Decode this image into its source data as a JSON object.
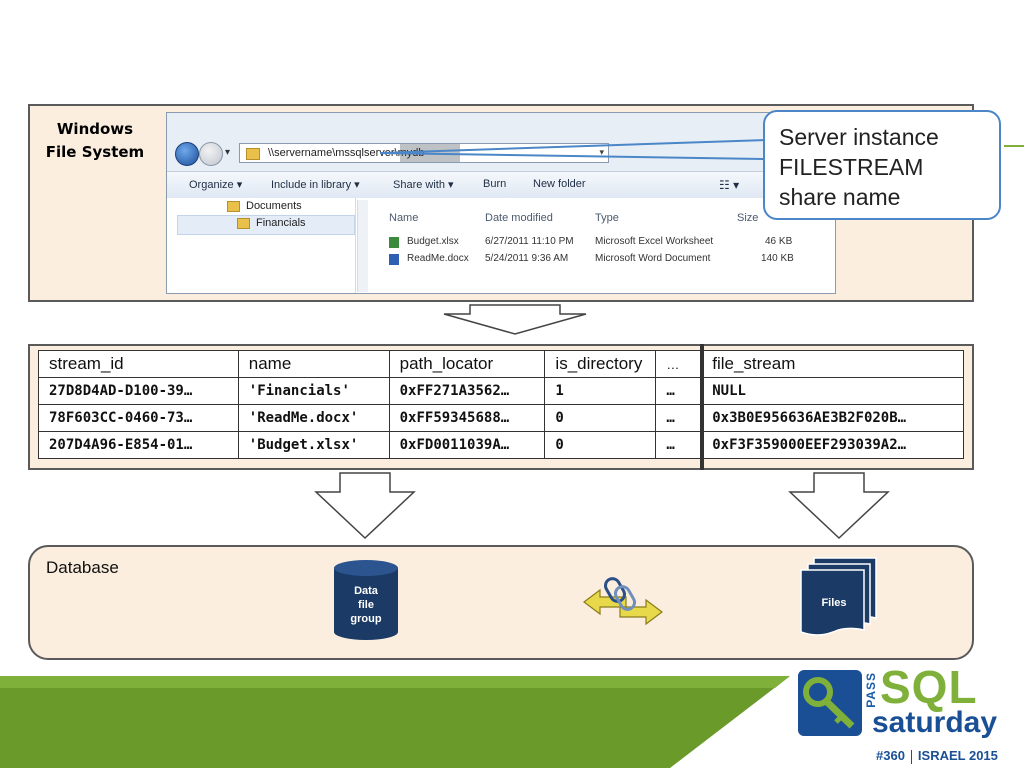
{
  "panels": {
    "wfs_label": "Windows File System",
    "database_label": "Database"
  },
  "explorer": {
    "address": "\\\\servername\\mssqlserver\\mydb",
    "toolbar": [
      "Organize ▾",
      "Include in library ▾",
      "Share with ▾",
      "Burn",
      "New folder"
    ],
    "tree": [
      "Documents",
      "Financials"
    ],
    "columns": [
      "Name",
      "Date modified",
      "Type",
      "Size"
    ],
    "files": [
      {
        "name": "Budget.xlsx",
        "modified": "6/27/2011 11:10 PM",
        "type": "Microsoft Excel Worksheet",
        "size": "46 KB"
      },
      {
        "name": "ReadMe.docx",
        "modified": "5/24/2011 9:36 AM",
        "type": "Microsoft Word Document",
        "size": "140 KB"
      }
    ]
  },
  "callout": {
    "text": "Server instance FILESTREAM share name",
    "lines": [
      "Server instance",
      "FILESTREAM",
      "share name"
    ]
  },
  "table": {
    "headers": [
      "stream_id",
      "name",
      "path_locator",
      "is_directory",
      "…",
      "file_stream"
    ],
    "rows": [
      [
        "27D8D4AD-D100-39…",
        "'Financials'",
        "0xFF271A3562…",
        "1",
        "…",
        "NULL"
      ],
      [
        "78F603CC-0460-73…",
        "'ReadMe.docx'",
        "0xFF59345688…",
        "0",
        "…",
        "0x3B0E956636AE3B2F020B…"
      ],
      [
        "207D4A96-E854-01…",
        "'Budget.xlsx'",
        "0xFD0011039A…",
        "0",
        "…",
        "0xF3F359000EEF293039A2…"
      ]
    ]
  },
  "database": {
    "filegroup_lines": [
      "Data",
      "file",
      "group"
    ],
    "files_label": "Files"
  },
  "logo": {
    "pass": "PASS",
    "sql": "SQL",
    "saturday": "saturday",
    "event_number": "#360",
    "event_place": "ISRAEL 2015"
  },
  "colors": {
    "panel_fill": "#fbeedf",
    "callout_border": "#4a86c8",
    "cylinder": "#1b3a66",
    "logo_green": "#7fb039",
    "logo_blue": "#1a4f96"
  }
}
